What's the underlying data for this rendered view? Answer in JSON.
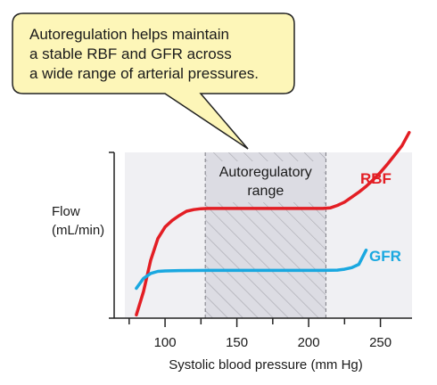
{
  "callout": {
    "lines": [
      "Autoregulation helps maintain",
      "a stable RBF and GFR across",
      "a wide range of arterial pressures."
    ]
  },
  "chart_data": {
    "type": "line",
    "title": "",
    "xlabel": "Systolic blood pressure (mm Hg)",
    "ylabel_lines": [
      "Flow",
      "(mL/min)"
    ],
    "xlim": [
      72,
      272
    ],
    "ylim": [
      0,
      10
    ],
    "xticks": [
      100,
      150,
      200,
      250
    ],
    "xtick_labels": [
      "100",
      "150",
      "200",
      "250"
    ],
    "grid": false,
    "shaded_region": {
      "x": [
        128,
        212
      ],
      "label_lines": [
        "Autoregulatory",
        "range"
      ],
      "fill_color": "#dcdce3",
      "hatch_color": "#a6a6ae"
    },
    "plot_background": "#f0f0f3",
    "series": [
      {
        "name": "RBF",
        "color": "#e31e24",
        "points": [
          [
            80,
            0.2
          ],
          [
            85,
            1.6
          ],
          [
            90,
            3.5
          ],
          [
            95,
            4.8
          ],
          [
            100,
            5.5
          ],
          [
            105,
            5.9
          ],
          [
            110,
            6.2
          ],
          [
            115,
            6.45
          ],
          [
            120,
            6.55
          ],
          [
            125,
            6.6
          ],
          [
            130,
            6.62
          ],
          [
            150,
            6.62
          ],
          [
            170,
            6.62
          ],
          [
            190,
            6.62
          ],
          [
            210,
            6.62
          ],
          [
            215,
            6.65
          ],
          [
            220,
            6.8
          ],
          [
            225,
            7.0
          ],
          [
            230,
            7.3
          ],
          [
            235,
            7.6
          ],
          [
            240,
            7.95
          ],
          [
            245,
            8.35
          ],
          [
            250,
            8.8
          ],
          [
            255,
            9.3
          ],
          [
            260,
            9.85
          ],
          [
            265,
            10.4
          ],
          [
            270,
            11.2
          ]
        ]
      },
      {
        "name": "GFR",
        "color": "#1aa8e0",
        "points": [
          [
            80,
            1.8
          ],
          [
            85,
            2.4
          ],
          [
            90,
            2.7
          ],
          [
            95,
            2.82
          ],
          [
            100,
            2.85
          ],
          [
            110,
            2.87
          ],
          [
            130,
            2.88
          ],
          [
            150,
            2.88
          ],
          [
            170,
            2.88
          ],
          [
            190,
            2.88
          ],
          [
            210,
            2.88
          ],
          [
            220,
            2.9
          ],
          [
            225,
            2.95
          ],
          [
            230,
            3.05
          ],
          [
            235,
            3.25
          ],
          [
            240,
            4.1
          ]
        ]
      }
    ]
  }
}
